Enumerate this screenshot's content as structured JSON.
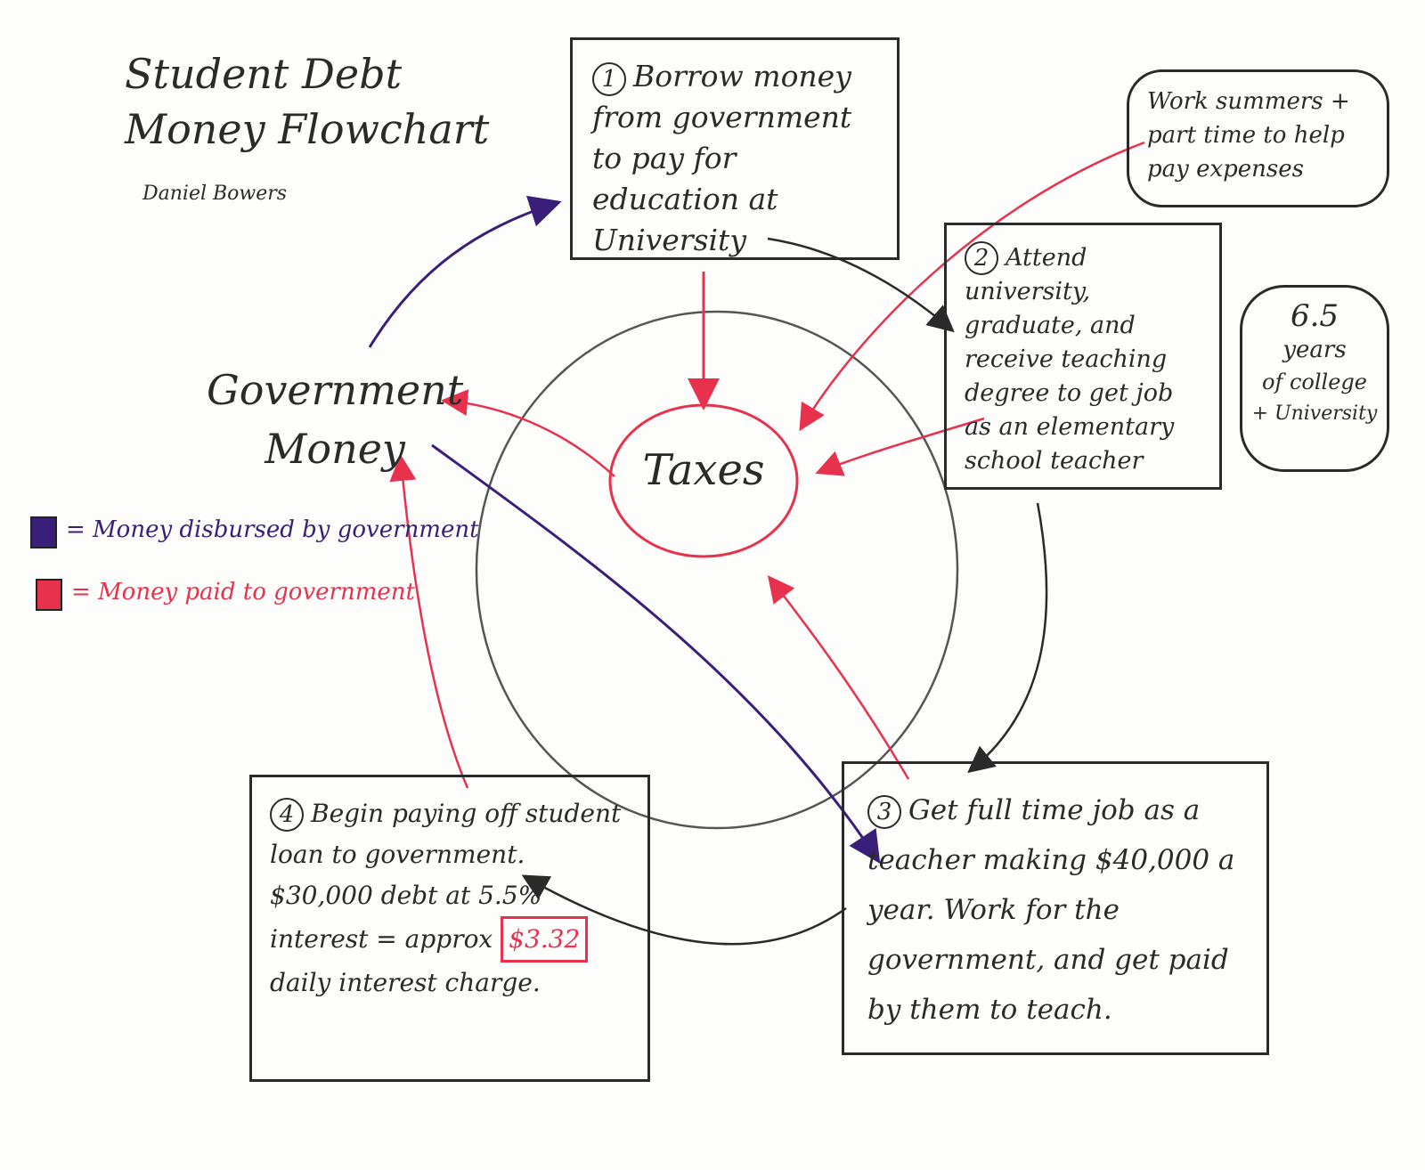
{
  "title": {
    "line1": "Student Debt",
    "line2": "Money Flowchart",
    "author": "Daniel Bowers"
  },
  "legend": {
    "disbursed": {
      "label": "= Money disbursed by government",
      "color": "#3a1f7a"
    },
    "paid": {
      "label": "= Money paid to government",
      "color": "#e8324d"
    }
  },
  "nodes": {
    "government": {
      "line1": "Government",
      "line2": "Money"
    },
    "taxes": "Taxes",
    "step1": {
      "number": "1",
      "text": "Borrow money from government to pay for education at University"
    },
    "step2": {
      "number": "2",
      "text": "Attend university, graduate, and receive teaching degree to get job as an elementary school teacher"
    },
    "step3": {
      "number": "3",
      "text": "Get full time job as a teacher making $40,000 a year. Work for the government, and get paid by them to teach."
    },
    "step4": {
      "number": "4",
      "text_a": "Begin paying off student loan to government.",
      "text_b": "$30,000 debt at 5.5% interest = approx",
      "daily_amount": "$3.32",
      "text_c": "daily interest charge."
    },
    "work": "Work summers + part time to help pay expenses",
    "years": {
      "line1": "6.5",
      "line2": "years",
      "line3": "of college",
      "line4": "+ University"
    }
  },
  "colors": {
    "ink": "#2a2a2a",
    "paid": "#e8324d",
    "disbursed": "#3a1f7a"
  }
}
